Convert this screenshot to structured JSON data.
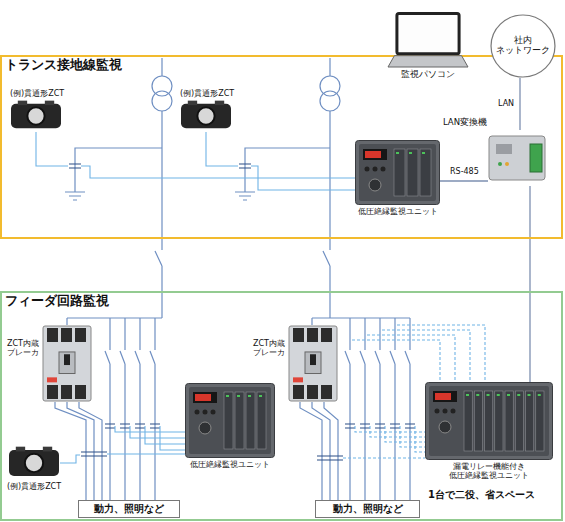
{
  "diagram": {
    "nodes": [
      {
        "text": [
          "監視パソコン"
        ]
      },
      {
        "text": [
          "社内 ネットワーク"
        ]
      },
      {
        "text": [
          "トランス接地線監視"
        ]
      },
      {
        "text": [
          "(例)貫通形ZCT"
        ],
        "in": 2
      },
      {
        "text": [
          "(例)貫通形ZCT"
        ],
        "in": 2
      },
      {
        "text": [
          "低圧絶縁監視ユニット"
        ],
        "in": 2
      },
      {
        "text": [
          "LAN変換機"
        ],
        "in": 2
      },
      {
        "text": [
          "フィーダ回路監視"
        ]
      },
      {
        "text": [
          "ZCT内蔵 ブレーカ"
        ],
        "in": 7
      },
      {
        "text": [
          "ZCT内蔵 ブレーカ"
        ],
        "in": 7
      },
      {
        "text": [
          "低圧絶縁監視ユニット"
        ],
        "in": 7
      },
      {
        "text": [
          "漏電リレー機能付き 低圧絶縁監視ユニット"
        ],
        "in": 7
      },
      {
        "text": [
          "(例)貫通形ZCT"
        ],
        "in": 7
      },
      {
        "text": [
          "動力、照明など"
        ],
        "in": 7
      },
      {
        "text": [
          "動力、照明など"
        ],
        "in": 7
      }
    ],
    "edges": [
      {
        "from": 1,
        "to": 6,
        "label": "LAN",
        "arrow": "none"
      },
      {
        "from": 6,
        "to": 5,
        "label": "RS-485",
        "arrow": "none"
      },
      {
        "from": 6,
        "to": 11,
        "arrow": "none"
      }
    ],
    "labels": [
      "1台で二役、省スペース"
    ]
  }
}
